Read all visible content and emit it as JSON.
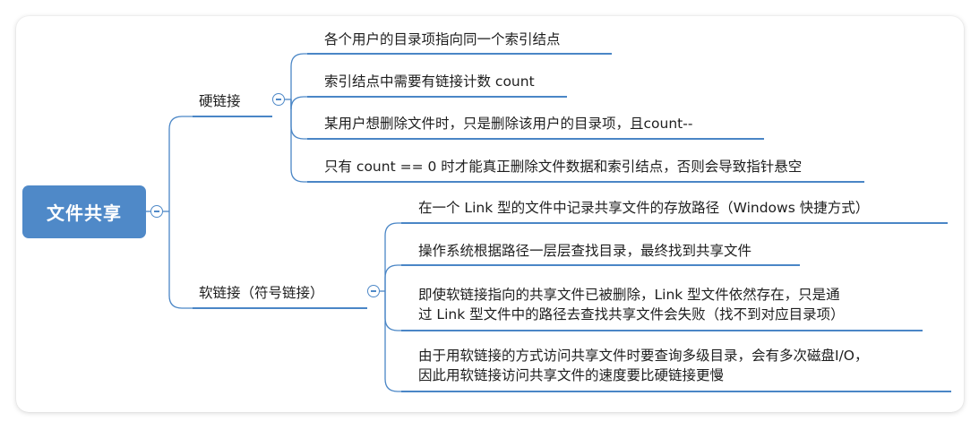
{
  "root": {
    "label": "文件共享"
  },
  "branches": [
    {
      "label": "硬链接",
      "children": [
        "各个用户的目录项指向同一个索引结点",
        "索引结点中需要有链接计数 count",
        "某用户想删除文件时，只是删除该用户的目录项，且count--",
        "只有 count == 0 时才能真正删除文件数据和索引结点，否则会导致指针悬空"
      ]
    },
    {
      "label": "软链接（符号链接）",
      "children": [
        "在一个 Link 型的文件中记录共享文件的存放路径（Windows 快捷方式）",
        "操作系统根据路径一层层查找目录，最终找到共享文件",
        [
          "即使软链接指向的共享文件已被删除，Link 型文件依然存在，只是通",
          "过 Link 型文件中的路径去查找共享文件会失败（找不到对应目录项）"
        ],
        [
          "由于用软链接的方式访问共享文件时要查询多级目录，会有多次磁盘I/O，",
          "因此用软链接访问共享文件的速度要比硬链接更慢"
        ]
      ]
    }
  ],
  "colors": {
    "accent": "#4f89c8",
    "line": "#4a86c6",
    "text": "#1e1e1e"
  }
}
